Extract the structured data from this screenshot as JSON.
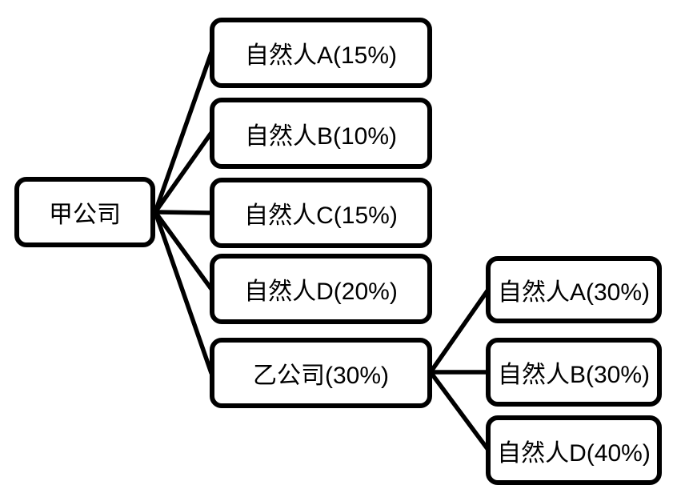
{
  "diagram": {
    "type": "ownership-structure-tree",
    "background_color": "#ffffff",
    "stroke_color": "#000000",
    "box_fill_color": "#ffffff",
    "text_color": "#000000",
    "nodes": [
      {
        "id": "jia-company",
        "label": "甲公司"
      },
      {
        "id": "person-a-15",
        "label": "自然人A(15%)"
      },
      {
        "id": "person-b-10",
        "label": "自然人B(10%)"
      },
      {
        "id": "person-c-15",
        "label": "自然人C(15%)"
      },
      {
        "id": "person-d-20",
        "label": "自然人D(20%)"
      },
      {
        "id": "yi-company-30",
        "label": "乙公司(30%)"
      },
      {
        "id": "person-a-30",
        "label": "自然人A(30%)"
      },
      {
        "id": "person-b-30",
        "label": "自然人B(30%)"
      },
      {
        "id": "person-d-40",
        "label": "自然人D(40%)"
      }
    ],
    "edges": [
      {
        "from": "甲公司",
        "to": "自然人A(15%)"
      },
      {
        "from": "甲公司",
        "to": "自然人B(10%)"
      },
      {
        "from": "甲公司",
        "to": "自然人C(15%)"
      },
      {
        "from": "甲公司",
        "to": "自然人D(20%)"
      },
      {
        "from": "甲公司",
        "to": "乙公司(30%)"
      },
      {
        "from": "乙公司(30%)",
        "to": "自然人A(30%)"
      },
      {
        "from": "乙公司(30%)",
        "to": "自然人B(30%)"
      },
      {
        "from": "乙公司(30%)",
        "to": "自然人D(40%)"
      }
    ]
  }
}
